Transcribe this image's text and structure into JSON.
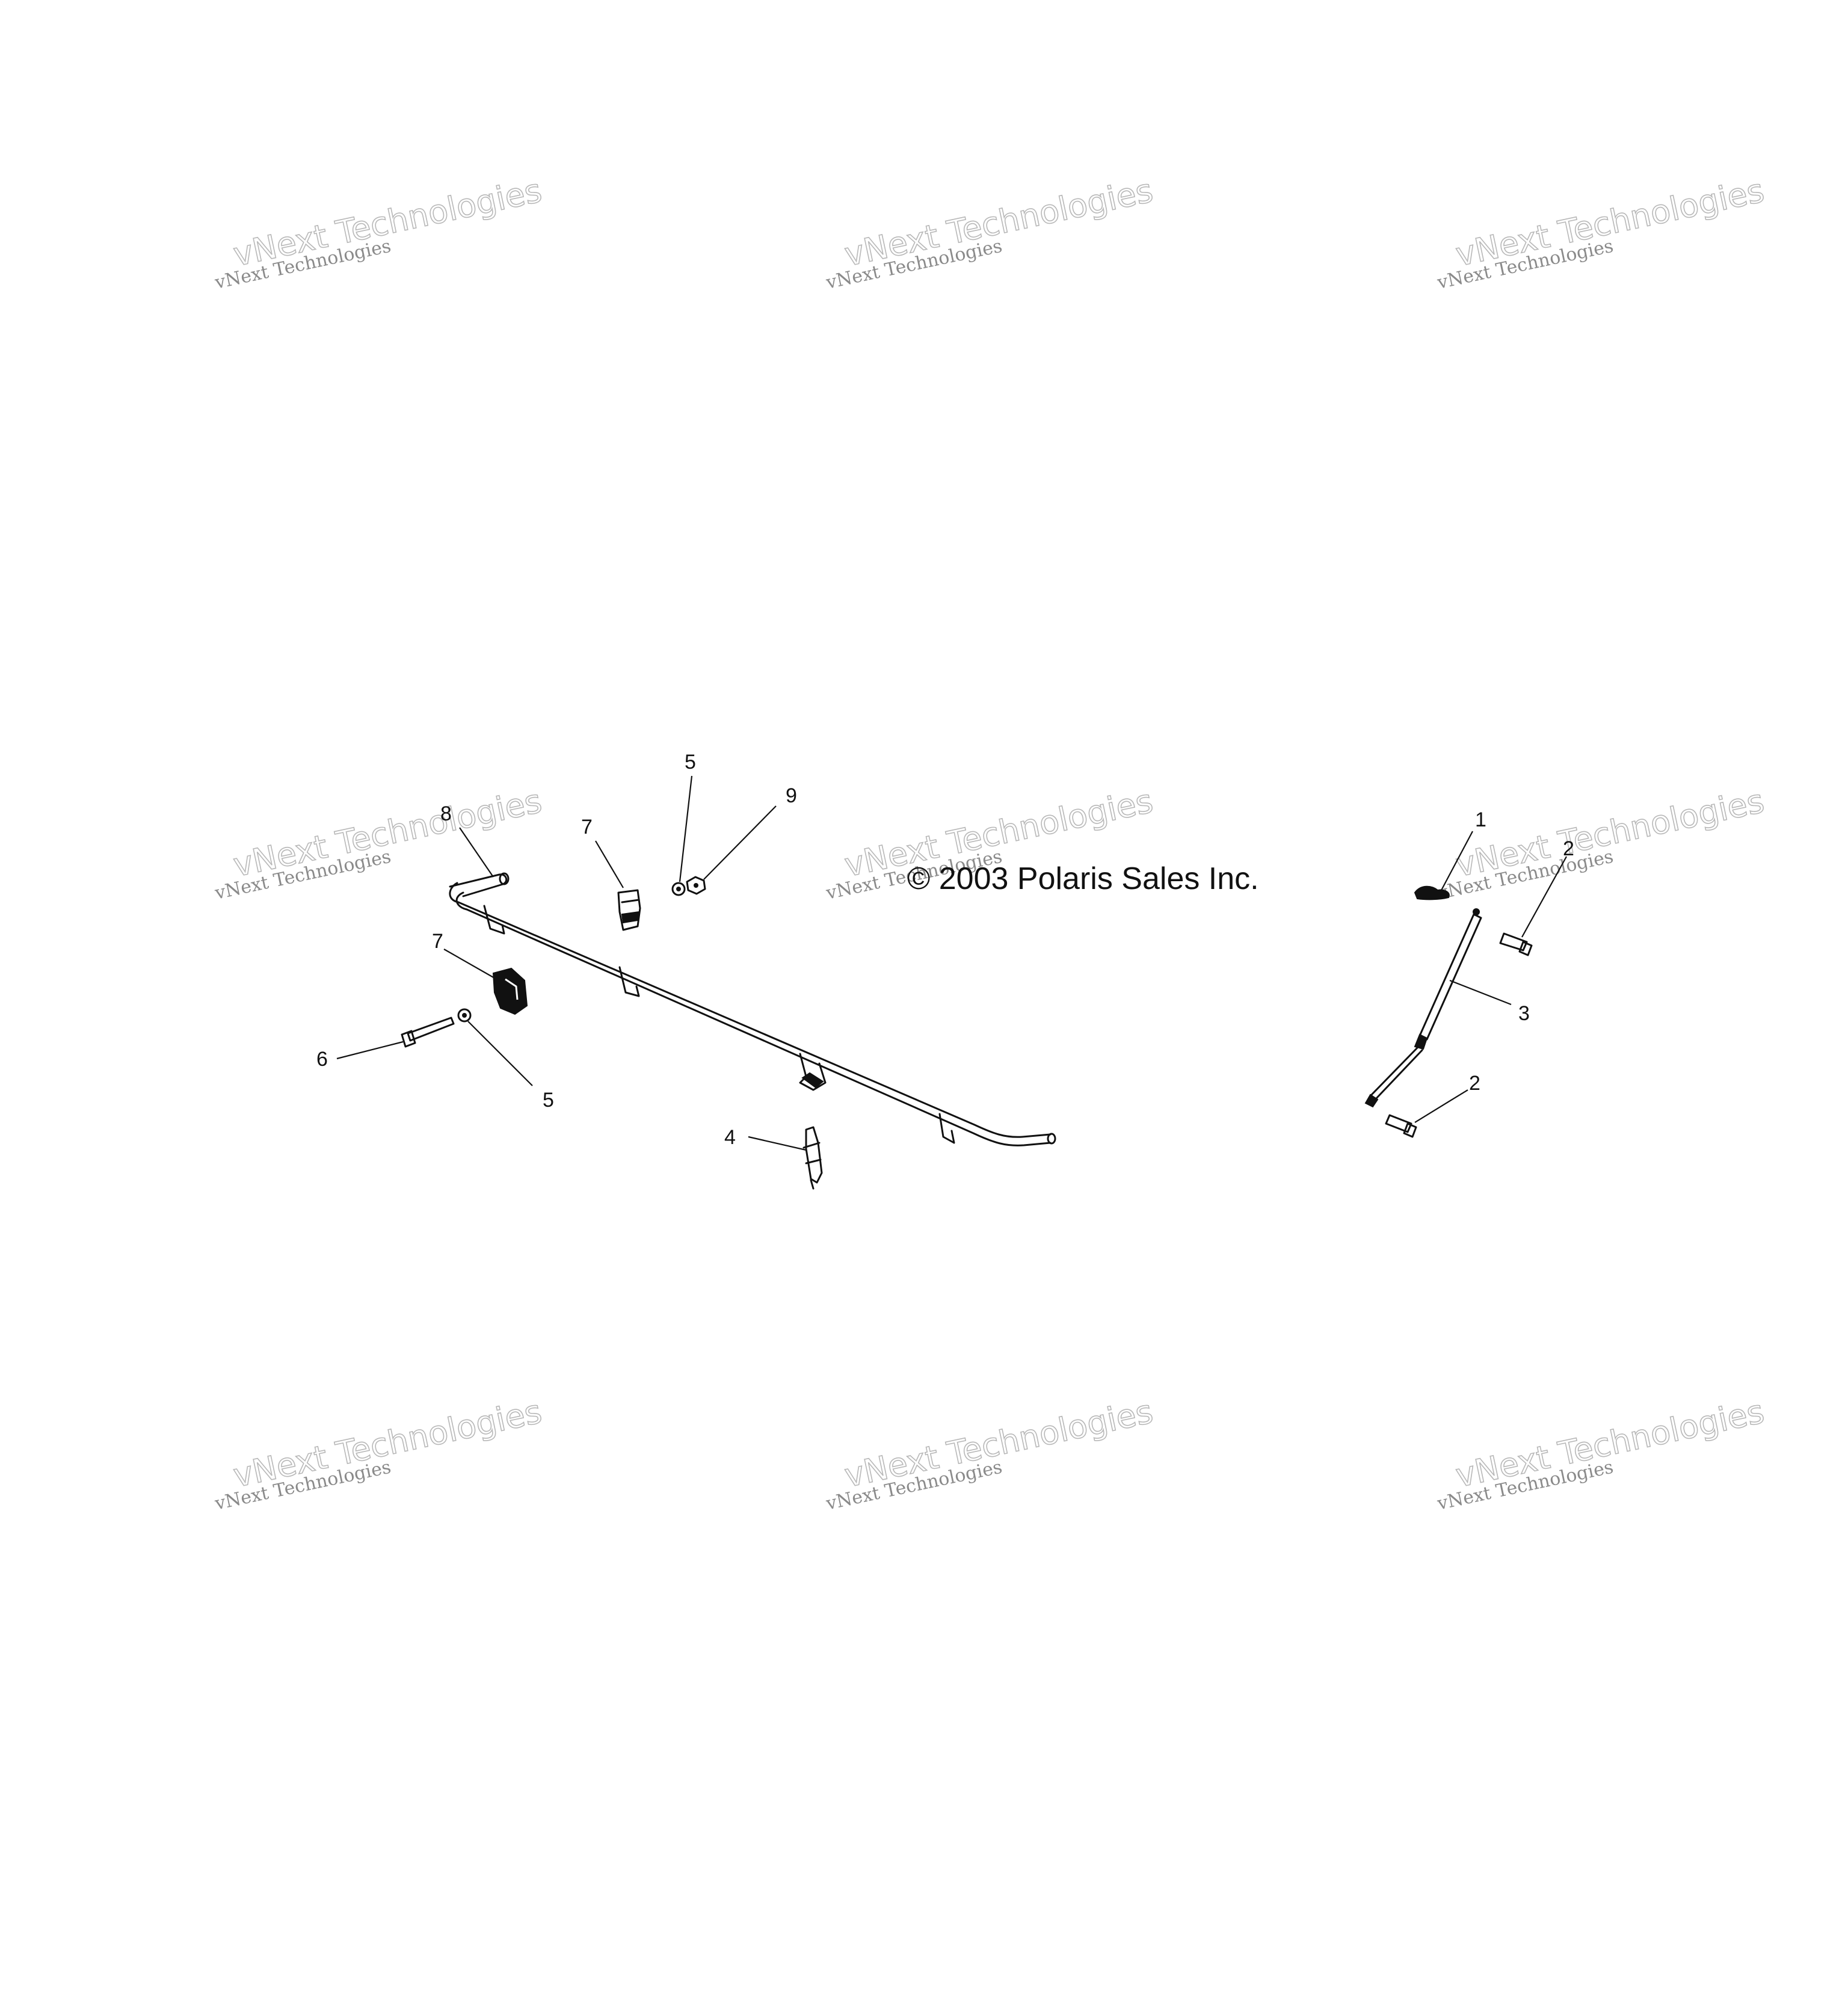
{
  "copyright": "© 2003 Polaris Sales Inc.",
  "watermark": {
    "line1": "vNext Technologies",
    "line2": "vNext Technologies"
  },
  "callouts": {
    "c1": "1",
    "c2a": "2",
    "c2b": "2",
    "c3": "3",
    "c4": "4",
    "c5a": "5",
    "c5b": "5",
    "c6": "6",
    "c7a": "7",
    "c7b": "7",
    "c8": "8",
    "c9": "9"
  },
  "colors": {
    "line": "#111111",
    "watermark": "#9a9a9a",
    "background": "#ffffff"
  }
}
